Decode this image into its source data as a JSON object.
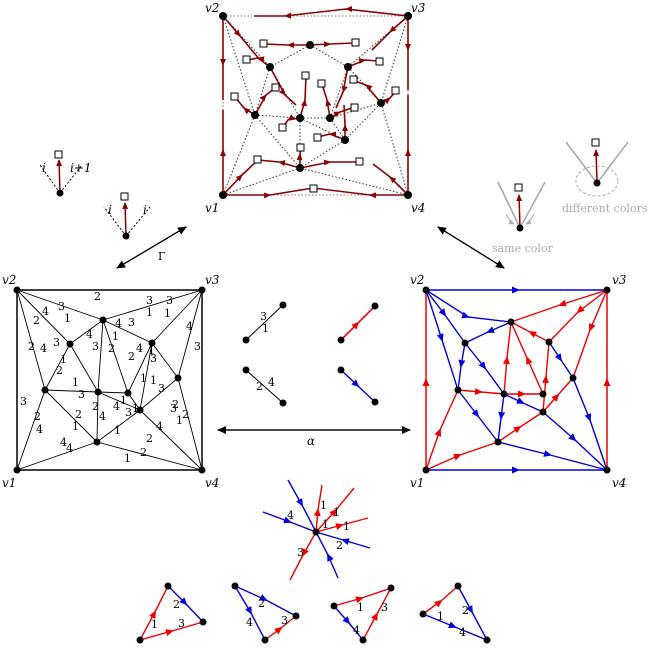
{
  "vertex_labels": {
    "v1": "v1",
    "v2": "v2",
    "v3": "v3",
    "v4": "v4"
  },
  "arrow_labels": {
    "gamma": "Γ",
    "alpha": "α"
  },
  "orientation_rules": {
    "i": "i",
    "i_plus_1": "i+1",
    "same_color": "same color",
    "different_colors": "different colors"
  },
  "colors": {
    "dark_red": "#8b0000",
    "red": "#ee0000",
    "blue": "#0000dd",
    "gray": "#aaaaaa",
    "black": "#000000"
  },
  "triangulation_labels": {
    "edge_labels": [
      "2",
      "4",
      "2",
      "3",
      "1",
      "3",
      "1",
      "3",
      "1",
      "3",
      "2",
      "4",
      "2",
      "4",
      "3",
      "1",
      "2",
      "4",
      "3",
      "1",
      "2",
      "4",
      "3",
      "1",
      "3",
      "1",
      "2",
      "4",
      "2",
      "4",
      "1",
      "3",
      "1",
      "2",
      "4",
      "1",
      "3",
      "1",
      "3",
      "1",
      "2",
      "4",
      "1",
      "3",
      "2",
      "4",
      "3",
      "1",
      "2",
      "4",
      "4",
      "2",
      "1"
    ]
  },
  "legend_local": {
    "pair_top": [
      "3",
      "1"
    ],
    "pair_bottom": [
      "2",
      "4"
    ]
  },
  "star_labels": [
    "4",
    "1",
    "1",
    "1",
    "2",
    "3",
    "1"
  ],
  "small_triangles": [
    {
      "labels": [
        "2",
        "1",
        "3"
      ]
    },
    {
      "labels": [
        "2",
        "4",
        "3"
      ]
    },
    {
      "labels": [
        "1",
        "3",
        "4"
      ]
    },
    {
      "labels": [
        "1",
        "2",
        "4"
      ]
    }
  ]
}
